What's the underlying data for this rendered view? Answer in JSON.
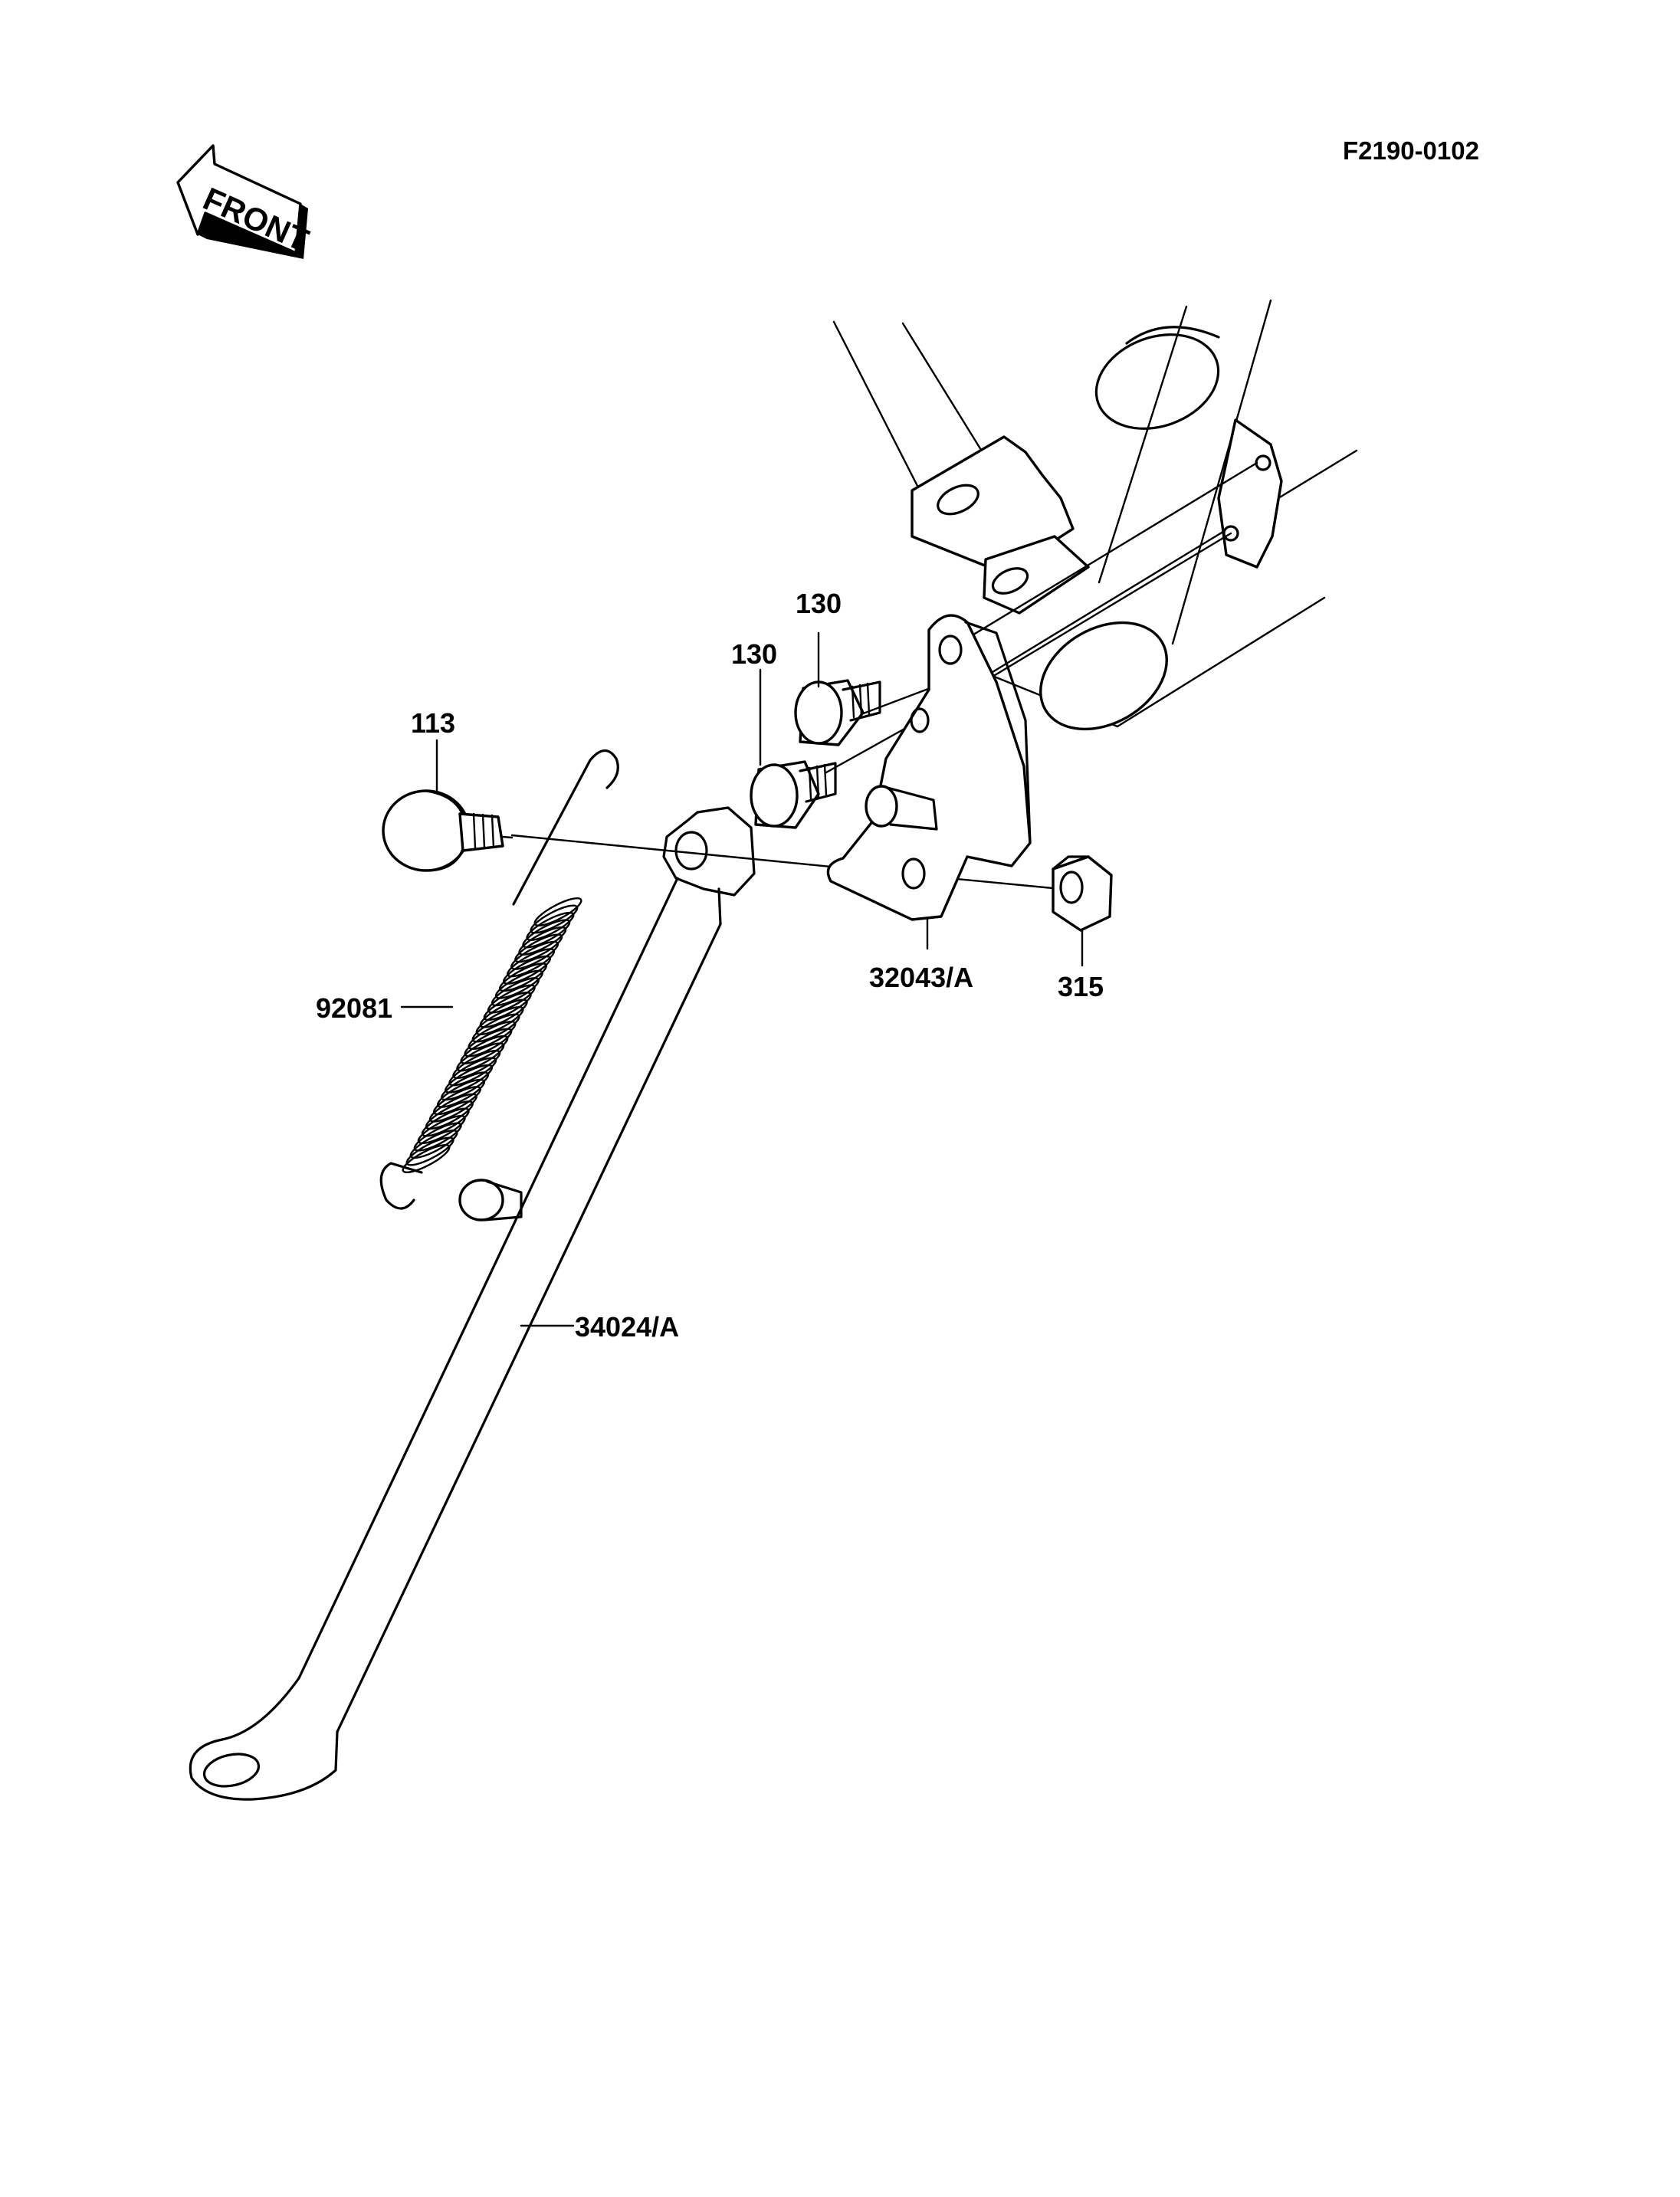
{
  "diagram_code": "F2190-0102",
  "front_arrow": {
    "text": "FRONT",
    "icon": "front-arrow-icon"
  },
  "callouts": {
    "bolt_upper": "130",
    "bolt_lower": "130",
    "pivot_bolt": "113",
    "spring": "92081",
    "bracket": "32043/A",
    "nut": "315",
    "side_stand": "34024/A"
  }
}
